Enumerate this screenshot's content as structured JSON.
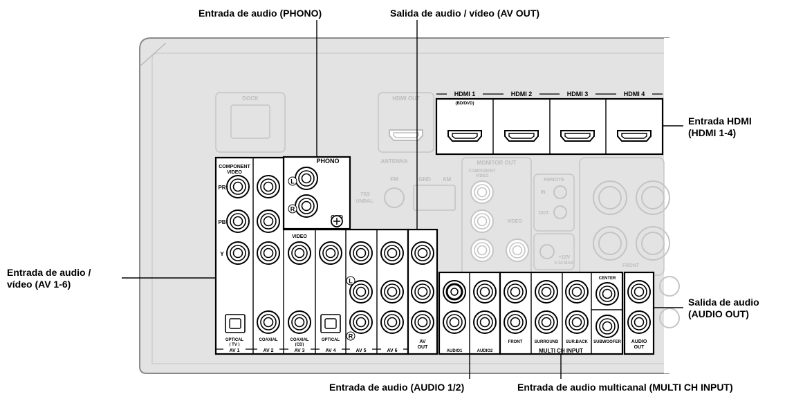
{
  "callouts": {
    "phono": "Entrada de audio (PHONO)",
    "av_out": "Salida de audio / vídeo (AV OUT)",
    "hdmi_line1": "Entrada HDMI",
    "hdmi_line2": "(HDMI 1-4)",
    "av_in_line1": "Entrada de audio /",
    "av_in_line2": "vídeo (AV 1-6)",
    "audio_out_line1": "Salida de audio",
    "audio_out_line2": "(AUDIO OUT)",
    "audio12": "Entrada de audio (AUDIO 1/2)",
    "multi_ch": "Entrada de audio multicanal (MULTI CH INPUT)"
  },
  "panel": {
    "dock": "DOCK",
    "hdmi_out": "HDMI OUT",
    "hdmi_inputs": [
      "HDMI 1",
      "HDMI 2",
      "HDMI 3",
      "HDMI 4"
    ],
    "hdmi1_sub": "(BD/DVD)",
    "antenna": "ANTENNA",
    "fm": "FM",
    "gnd": "GND",
    "am": "AM",
    "ohm75": "75Ω",
    "unbal": "UNBAL.",
    "monitor_out": "MONITOR OUT",
    "component_video": "COMPONENT",
    "video_word": "VIDEO",
    "remote": "REMOTE",
    "remote_in": "IN",
    "remote_out": "OUT",
    "trigger_12v": "+12V",
    "trigger_max": "0.1A MAX.",
    "front": "FRONT",
    "phono": "PHONO",
    "phono_gnd": "GND",
    "comp_line1": "COMPONENT",
    "comp_line2": "VIDEO",
    "pr": "PR",
    "pb": "PB",
    "y": "Y",
    "video": "VIDEO",
    "optical": "OPTICAL",
    "tv": "( TV )",
    "coaxial": "COAXIAL",
    "cd": "(CD)",
    "av_groups": [
      "AV 1",
      "AV 2",
      "AV 3",
      "AV 4",
      "AV 5",
      "AV 6"
    ],
    "av_out_line1": "AV",
    "av_out_line2": "OUT",
    "audio1": "AUDIO1",
    "audio2": "AUDIO2",
    "multi_ch_input": "MULTI CH INPUT",
    "mc_front": "FRONT",
    "mc_surround": "SURROUND",
    "mc_surback": "SUR.BACK",
    "mc_subwoofer": "SUBWOOFER",
    "mc_center": "CENTER",
    "audio_out_line1": "AUDIO",
    "audio_out_line2": "OUT",
    "l": "L",
    "r": "R"
  }
}
